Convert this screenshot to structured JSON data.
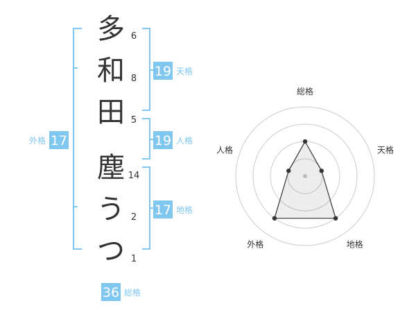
{
  "name_chars": [
    {
      "char": "多",
      "strokes": "6"
    },
    {
      "char": "和",
      "strokes": "8"
    },
    {
      "char": "田",
      "strokes": "5"
    },
    {
      "char": "塵",
      "strokes": "14"
    },
    {
      "char": "う",
      "strokes": "2"
    },
    {
      "char": "つ",
      "strokes": "1"
    }
  ],
  "kaku": {
    "tenkaku": {
      "value": "19",
      "label": "天格"
    },
    "jinkaku": {
      "value": "19",
      "label": "人格"
    },
    "chikaku": {
      "value": "17",
      "label": "地格"
    },
    "gaikaku": {
      "value": "17",
      "label": "外格"
    },
    "soukaku": {
      "value": "36",
      "label": "総格"
    }
  },
  "colors": {
    "accent": "#7fc7ef",
    "text": "#333333",
    "grid": "#cccccc"
  },
  "chart_data": {
    "type": "radar",
    "axes": [
      "総格",
      "天格",
      "地格",
      "外格",
      "人格"
    ],
    "values": [
      0.5,
      0.25,
      0.75,
      0.75,
      0.25
    ],
    "rings": 4
  }
}
